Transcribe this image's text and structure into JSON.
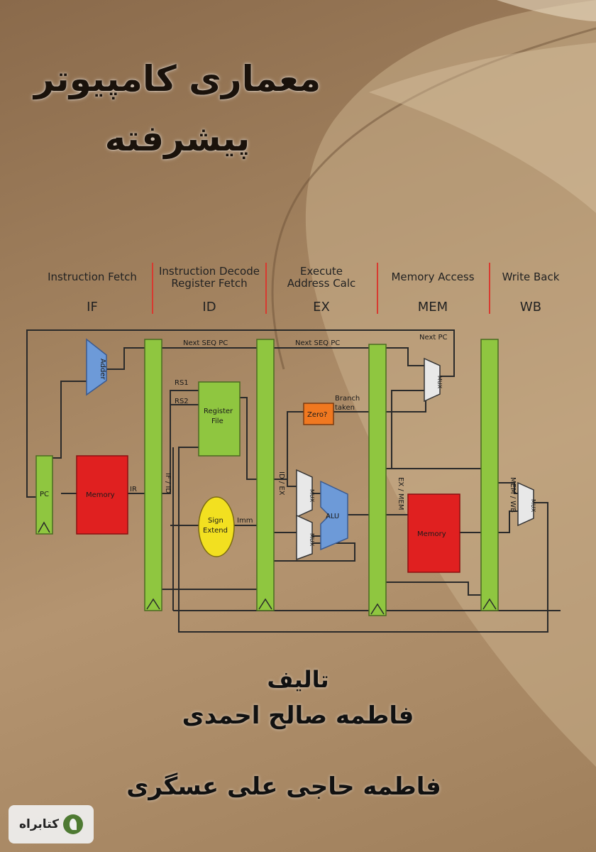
{
  "cover": {
    "title_line1": "معماری کامپیوتر",
    "title_line2": "پیشرفته",
    "credit_label": "تالیف",
    "author1": "فاطمه صالح احمدی",
    "author2": "فاطمه حاجی علی عسگری"
  },
  "pipeline": {
    "stages": [
      {
        "name_line1": "Instruction Fetch",
        "name_line2": "",
        "abbr": "IF"
      },
      {
        "name_line1": "Instruction Decode",
        "name_line2": "Register Fetch",
        "abbr": "ID"
      },
      {
        "name_line1": "Execute",
        "name_line2": "Address Calc",
        "abbr": "EX"
      },
      {
        "name_line1": "Memory Access",
        "name_line2": "",
        "abbr": "MEM"
      },
      {
        "name_line1": "Write Back",
        "name_line2": "",
        "abbr": "WB"
      }
    ],
    "blocks": {
      "pc": "PC",
      "adder": "Adder",
      "instr_memory": "Memory",
      "ir": "IR",
      "if_id": "IF / ID",
      "rs1": "RS1",
      "rs2": "RS2",
      "register_file_line1": "Register",
      "register_file_line2": "File",
      "sign_extend_line1": "Sign",
      "sign_extend_line2": "Extend",
      "imm": "Imm",
      "id_ex": "ID / EX",
      "next_seq_pc_1": "Next SEQ PC",
      "next_seq_pc_2": "Next SEQ PC",
      "zero": "Zero?",
      "branch_line1": "Branch",
      "branch_line2": "taken",
      "mux": "MUX",
      "alu": "ALU",
      "ex_mem": "EX / MEM",
      "data_memory": "Memory",
      "next_pc": "Next PC",
      "mem_wb": "MEM / WB"
    }
  },
  "publisher_logo": "کتابراه",
  "colors": {
    "latch_green": "#8fc640",
    "memory_red": "#e02020",
    "adder_blue": "#6d9ad8",
    "zero_orange": "#f07820",
    "sign_yellow": "#f2e020",
    "separator_red": "#d83a30"
  }
}
